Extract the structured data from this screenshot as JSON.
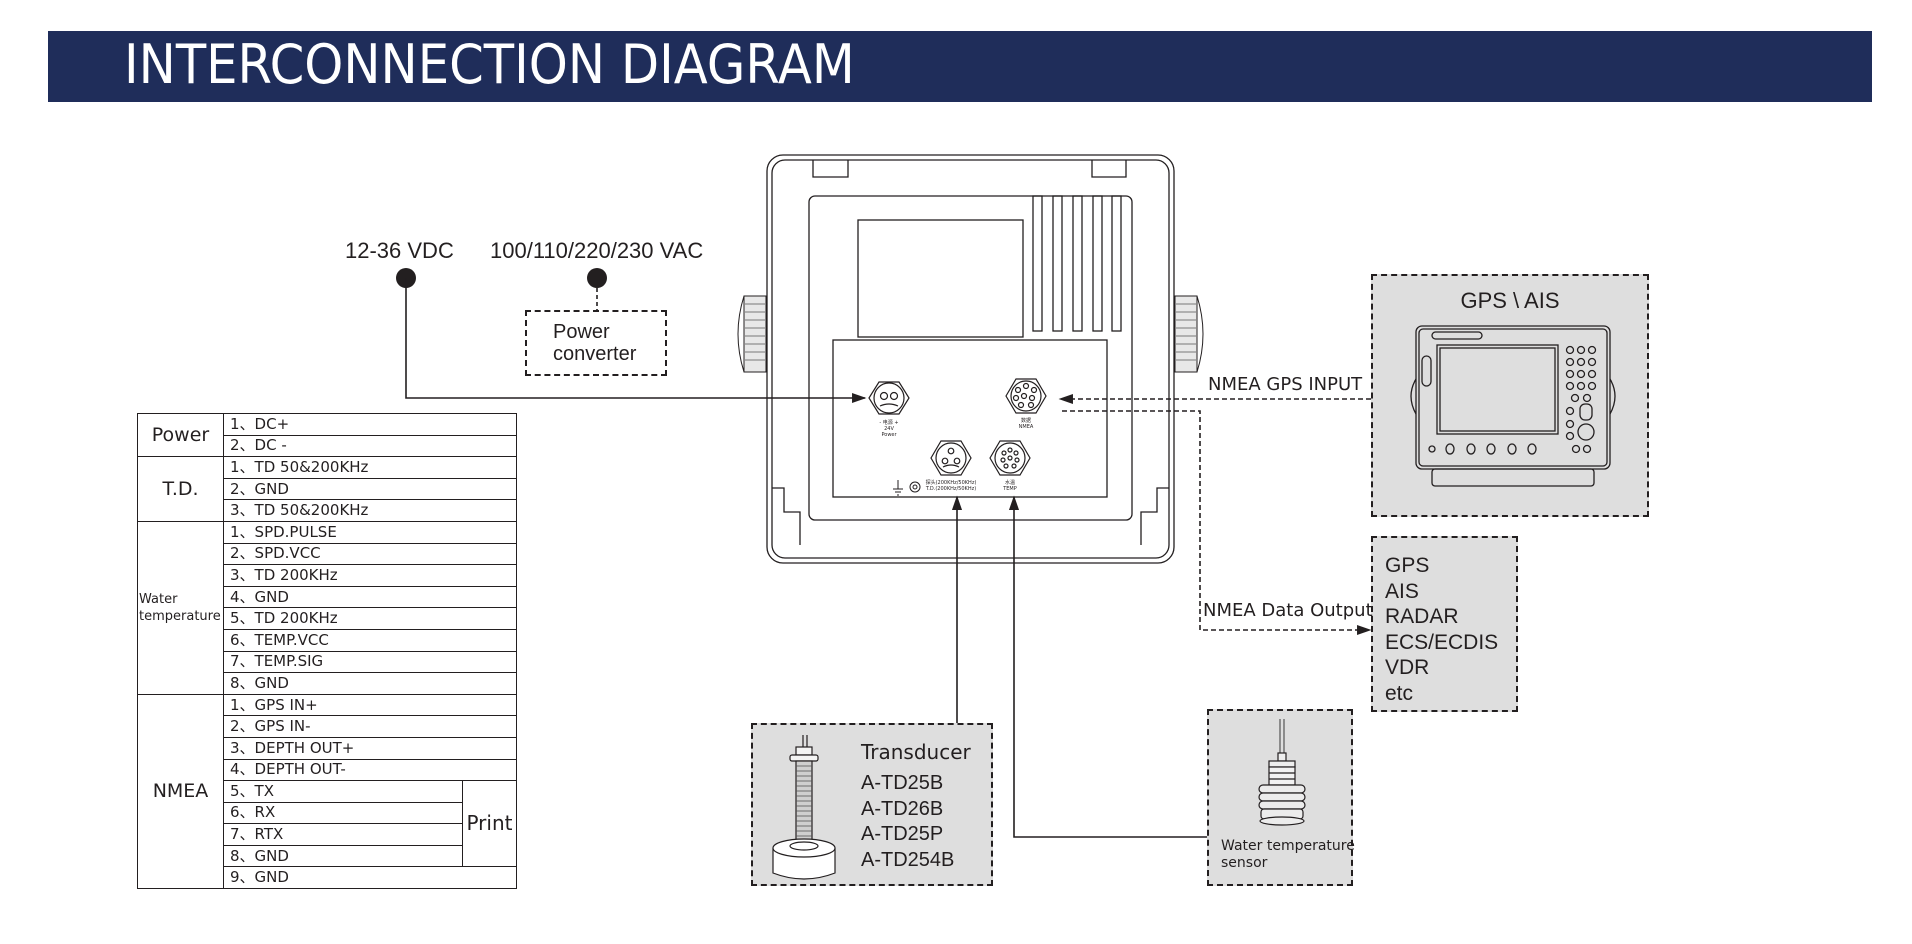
{
  "header": {
    "title": "INTERCONNECTION DIAGRAM",
    "background_color": "#1f2d5a",
    "text_color": "#ffffff"
  },
  "power_inputs": {
    "dc_label": "12-36 VDC",
    "ac_label": "100/110/220/230 VAC",
    "converter_label_line1": "Power",
    "converter_label_line2": "converter"
  },
  "device": {
    "connectors": {
      "power": {
        "label_line1": "- 电源 +",
        "label_line2": "24V",
        "label_line3": "Power"
      },
      "nmea": {
        "label_line1": "数据",
        "label_line2": "NMEA"
      },
      "td": {
        "label_line1": "探头(200KHz/50KHz)",
        "label_line2": "T.D.(200KHz/50KHz)"
      },
      "temp": {
        "label_line1": "水温",
        "label_line2": "TEMP"
      }
    },
    "ground_icon": "ground-icon"
  },
  "pin_table": {
    "groups": [
      {
        "name": "Power",
        "pins": [
          "1、DC+",
          "2、DC -"
        ]
      },
      {
        "name": "T.D.",
        "pins": [
          "1、TD 50&200KHz",
          "2、GND",
          "3、TD 50&200KHz"
        ]
      },
      {
        "name": "Water temperature",
        "pins": [
          "1、SPD.PULSE",
          "2、SPD.VCC",
          "3、TD 200KHz",
          "4、GND",
          "5、TD 200KHz",
          "6、TEMP.VCC",
          "7、TEMP.SIG",
          "8、GND"
        ]
      },
      {
        "name": "NMEA",
        "pins": [
          "1、GPS  IN+",
          "2、GPS  IN-",
          "3、DEPTH  OUT+",
          "4、DEPTH  OUT-",
          "5、TX",
          "6、RX",
          "7、RTX",
          "8、GND",
          "9、GND"
        ],
        "subgroup": {
          "name": "Print",
          "pins": [
            "5、TX",
            "6、RX",
            "7、RTX",
            "8、GND"
          ]
        }
      }
    ],
    "water_temp_line1": "Water",
    "water_temp_line2": "temperature"
  },
  "gps_ais": {
    "title": "GPS \\ AIS",
    "link_label": "NMEA GPS INPUT"
  },
  "nmea_output": {
    "link_label": "NMEA Data Output",
    "targets": [
      "GPS",
      "AIS",
      "RADAR",
      "ECS/ECDIS",
      "VDR",
      "etc"
    ]
  },
  "transducer": {
    "title": "Transducer",
    "models": [
      "A-TD25B",
      "A-TD26B",
      "A-TD25P",
      "A-TD254B"
    ]
  },
  "water_temp_sensor": {
    "label_line1": "Water temperature",
    "label_line2": "sensor"
  }
}
